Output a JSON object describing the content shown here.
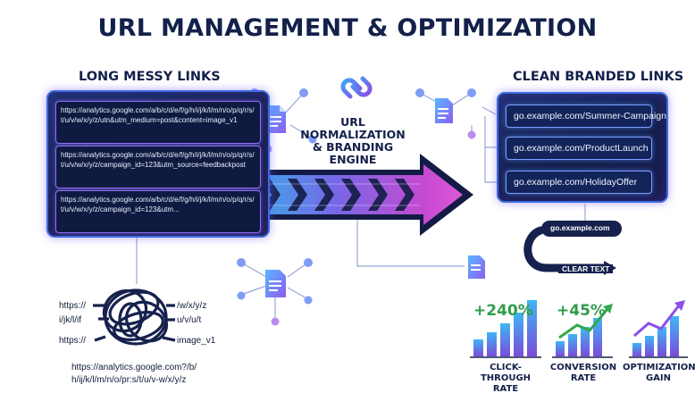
{
  "title": "URL MANAGEMENT & OPTIMIZATION",
  "left": {
    "heading": "LONG MESSY LINKS",
    "links": [
      "https://analytics.google.com/a/b/c/d/e/f/g/h/i/j/k/l/m/n/o/p/q/r/s/t/u/v/w/x/y/z/utn&utm_medium=post&content=image_v1",
      "https://analytics.google.com/a/b/c/d/e/f/g/h/i/j/k/l/m/n/o/p/q/r/s/t/u/v/w/x/y/z/campaign_id=123&utm_source=feedbackpost",
      "https://analytics.google.com/a/b/c/d/e/f/g/h/i/j/k/l/m/n/o/p/q/r/s/t/u/v/w/x/y/z/campaign_id=123&utm..."
    ]
  },
  "engine": {
    "line1": "URL",
    "line2": "NORMALIZATION",
    "line3": "& BRANDING",
    "line4": "ENGINE"
  },
  "right": {
    "heading": "CLEAN BRANDED LINKS",
    "links": [
      "go.example.com/Summer-Campaign",
      "go.example.com/ProductLaunch",
      "go.example.com/HolidayOffer"
    ],
    "pill_label": "go.example.com",
    "clear_text": "CLEAR TEXT"
  },
  "tangle": {
    "left1": "https://",
    "left2": "i/jk/l/if",
    "left3": "https://",
    "right1": "/w/x/y/z",
    "right2": "u/v/u/t",
    "right3": "image_v1",
    "bottom1": "https://analytics.google.com?/b/",
    "bottom2": "h/ij/k/l/m/n/o/pr:s/t/u/v‑w/x/y/z"
  },
  "metrics": [
    {
      "label_line1": "CLICK-THROUGH",
      "label_line2": "RATE",
      "delta": "+240%"
    },
    {
      "label_line1": "CONVERSION",
      "label_line2": "RATE",
      "delta": "+45%"
    },
    {
      "label_line1": "OPTIMIZATION",
      "label_line2": "GAIN",
      "delta": ""
    }
  ],
  "icons": [
    "document-icon",
    "link-chain-icon",
    "network-node-icon",
    "bar-chart-icon",
    "trend-arrow-icon"
  ],
  "colors": {
    "navy": "#13204a",
    "panel": "#172660",
    "accent_blue": "#3d6be0",
    "accent_purple": "#8a6ef0",
    "green": "#2f9c4a",
    "arrow_cyan": "#2cc7f0",
    "arrow_magenta": "#d24bd8"
  }
}
